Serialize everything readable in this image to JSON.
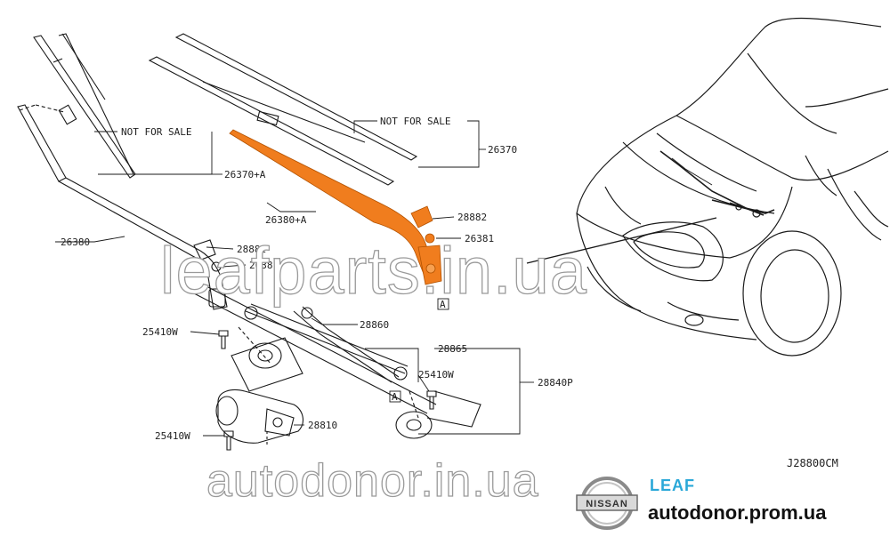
{
  "labels": {
    "not_for_sale_left": "NOT FOR SALE",
    "not_for_sale_right": "NOT FOR SALE",
    "p26370": "26370",
    "p26370a": "26370+A",
    "p26380": "26380",
    "p26380a": "26380+A",
    "p28882_left": "28882",
    "p28882_right": "28882",
    "p26381_left": "26381",
    "p26381_right": "26381",
    "p28860": "28860",
    "p28865": "28865",
    "p28840p": "28840P",
    "p25410w_1": "25410W",
    "p25410w_2": "25410W",
    "p25410w_3": "25410W",
    "p28810": "28810",
    "callout_a_1": "A",
    "callout_a_2": "A",
    "diagram_code": "J28800CM"
  },
  "watermarks": {
    "top": "leafparts.in.ua",
    "bottom": "autodonor.in.ua"
  },
  "branding": {
    "nissan": "NISSAN",
    "leaf": "LEAF",
    "site": "autodonor.prom.ua"
  },
  "colors": {
    "highlight": "#f07d1e",
    "line": "#1a1a1a",
    "leaf_blue": "#2aa8d8"
  }
}
